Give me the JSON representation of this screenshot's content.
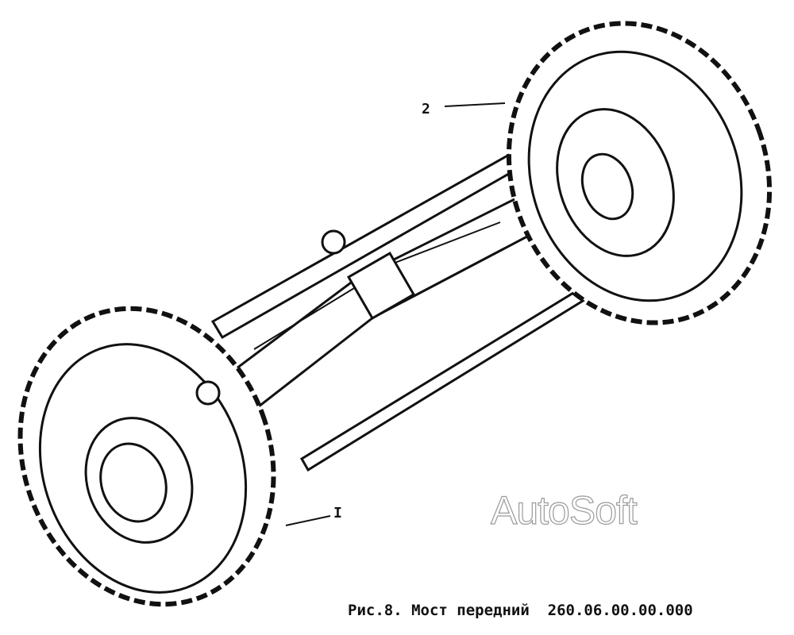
{
  "figure": {
    "caption": "Рис.8. Мост передний  260.06.00.00.000",
    "callouts": [
      {
        "label": "2"
      },
      {
        "label": "I"
      }
    ],
    "watermark": "AutoSoft"
  }
}
